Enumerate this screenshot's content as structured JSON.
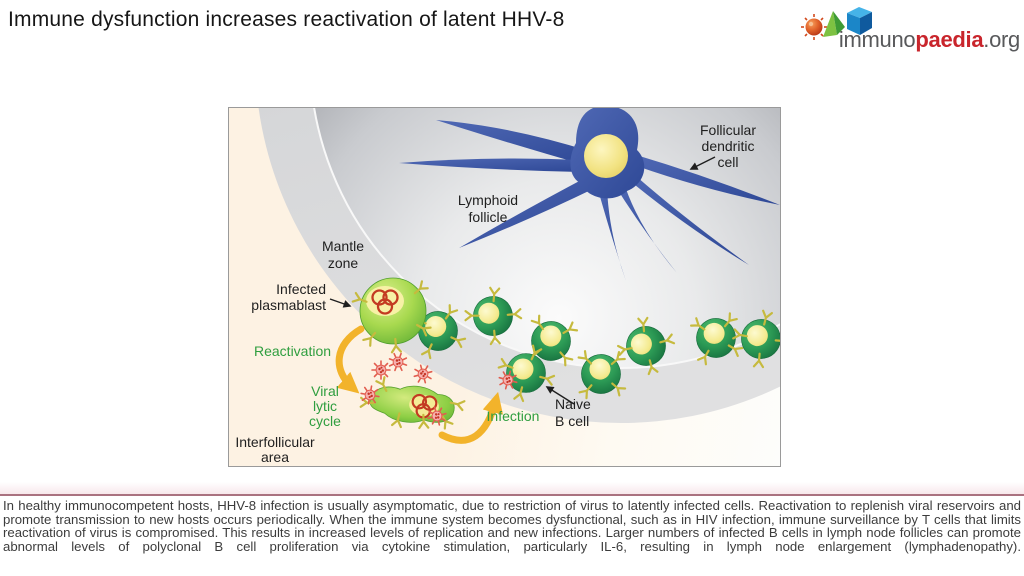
{
  "header": {
    "title": "Immune dysfunction increases reactivation of latent HHV-8"
  },
  "logo": {
    "immuno": "immuno",
    "paedia": "paedia",
    "org": ".org"
  },
  "diagram": {
    "labels": {
      "follicular_dendritic_cell": [
        "Follicular",
        "dendritic",
        "cell"
      ],
      "lymphoid_follicle": [
        "Lymphoid",
        "follicle"
      ],
      "mantle_zone": [
        "Mantle",
        "zone"
      ],
      "infected_plasmablast": [
        "Infected",
        "plasmablast"
      ],
      "reactivation": "Reactivation",
      "viral_lytic_cycle": [
        "Viral",
        "lytic",
        "cycle"
      ],
      "infection": "Infection",
      "naive_b_cell": [
        "Naive",
        "B cell"
      ],
      "interfollicular_area": [
        "Interfollicular",
        "area"
      ]
    },
    "icons": {
      "fdc": "follicular-dendritic-cell-icon",
      "b_cell": "b-cell-icon",
      "plasmablast": "plasmablast-icon",
      "lytic_cell": "lytic-cell-icon",
      "virion": "virion-icon",
      "episome": "episome-rings-icon",
      "receptor": "y-receptor-icon"
    },
    "colors": {
      "panel_background": "#fdf2e3",
      "mantle_gray": "#cfd2d6",
      "follicle_center": "#fafafa",
      "fdc_blue": "#3a55a4",
      "b_cell_green": "#2c9a55",
      "nucleus_yellow": "#f4ea8e",
      "plasmablast_green": "#9ed44e",
      "virion_pink": "#f2a19f",
      "episome_red": "#c33a22",
      "arrow_yellow": "#f2b32b",
      "label_green": "#2f9e3f",
      "separator_line": "#aa7280",
      "logo_red": "#c9252c"
    }
  },
  "caption": {
    "text": "In healthy immunocompetent hosts, HHV-8 infection is usually asymptomatic, due to restriction of virus to latently infected cells. Reactivation to replenish viral reservoirs and promote transmission to new hosts occurs periodically. When the immune system becomes dysfunctional, such as in HIV infection, immune surveillance by T cells that limits reactivation of virus is compromised. This results in increased levels of replication and new infections. Larger numbers of infected B cells in lymph node follicles can promote abnormal levels of polyclonal B cell proliferation via cytokine stimulation, particularly IL-6, resulting in lymph node enlargement (lymphadenopathy)."
  }
}
